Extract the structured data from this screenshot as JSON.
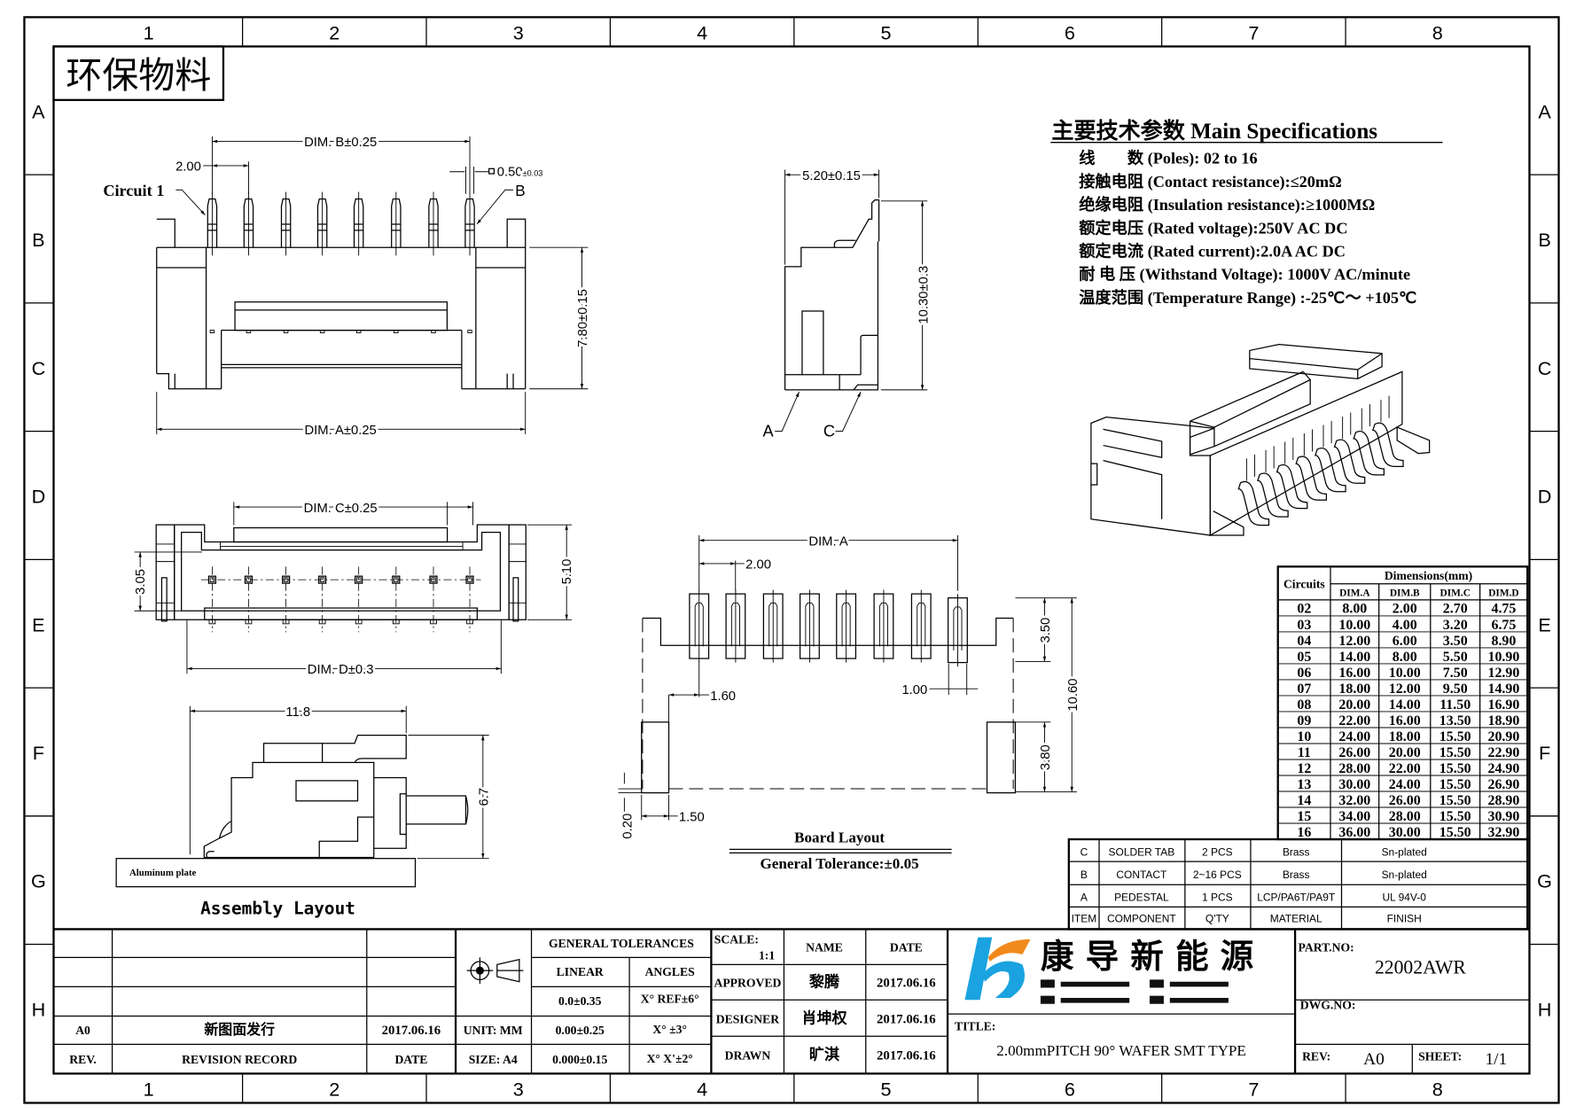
{
  "stamp": "环保物料",
  "grid": {
    "columns": [
      "1",
      "2",
      "3",
      "4",
      "5",
      "6",
      "7",
      "8"
    ],
    "rows": [
      "A",
      "B",
      "C",
      "D",
      "E",
      "F",
      "G",
      "H"
    ]
  },
  "specs": {
    "title": "主要技术参数 Main Specifications",
    "items": [
      "线　　数 (Poles): 02 to 16",
      "接触电阻 (Contact resistance):≤20mΩ",
      "绝缘电阻 (Insulation resistance):≥1000MΩ",
      "额定电压 (Rated voltage):250V AC DC",
      "额定电流 (Rated current):2.0A AC DC",
      "耐 电 压 (Withstand Voltage): 1000V AC/minute",
      "温度范围 (Temperature Range) :-25℃～ +105℃"
    ]
  },
  "views": {
    "top": {
      "dim_b": "DIM. B±0.25",
      "pitch": "2.00",
      "pin_width": "0.50",
      "pin_width_tol": "±0.03",
      "circuit1": "Circuit 1",
      "label_b": "B",
      "height": "7.80±0.15",
      "dim_a": "DIM. A±0.25"
    },
    "side": {
      "width": "5.20±0.15",
      "height": "10.30±0.3",
      "label_a": "A",
      "label_c": "C"
    },
    "front": {
      "dim_c": "DIM. C±0.25",
      "dim_d": "DIM. D±0.3",
      "height_inner": "3.05",
      "height_total": "5.10"
    },
    "board": {
      "dim_a": "DIM. A",
      "pitch": "2.00",
      "d_160": "1.60",
      "d_100": "1.00",
      "d_350": "3.50",
      "d_1060": "10.60",
      "d_380": "3.80",
      "d_150": "1.50",
      "d_020": "0.20",
      "title": "Board Layout",
      "tolerance": "General Tolerance:±0.05"
    },
    "assembly": {
      "width": "11.8",
      "height": "6.7",
      "plate": "Aluminum plate",
      "title": "Assembly Layout"
    }
  },
  "dimensions_table": {
    "circuits_header": "Circuits",
    "group_header": "Dimensions(mm)",
    "columns": [
      "DIM.A",
      "DIM.B",
      "DIM.C",
      "DIM.D"
    ],
    "rows": [
      [
        "02",
        "8.00",
        "2.00",
        "2.70",
        "4.75"
      ],
      [
        "03",
        "10.00",
        "4.00",
        "3.20",
        "6.75"
      ],
      [
        "04",
        "12.00",
        "6.00",
        "3.50",
        "8.90"
      ],
      [
        "05",
        "14.00",
        "8.00",
        "5.50",
        "10.90"
      ],
      [
        "06",
        "16.00",
        "10.00",
        "7.50",
        "12.90"
      ],
      [
        "07",
        "18.00",
        "12.00",
        "9.50",
        "14.90"
      ],
      [
        "08",
        "20.00",
        "14.00",
        "11.50",
        "16.90"
      ],
      [
        "09",
        "22.00",
        "16.00",
        "13.50",
        "18.90"
      ],
      [
        "10",
        "24.00",
        "18.00",
        "15.50",
        "20.90"
      ],
      [
        "11",
        "26.00",
        "20.00",
        "15.50",
        "22.90"
      ],
      [
        "12",
        "28.00",
        "22.00",
        "15.50",
        "24.90"
      ],
      [
        "13",
        "30.00",
        "24.00",
        "15.50",
        "26.90"
      ],
      [
        "14",
        "32.00",
        "26.00",
        "15.50",
        "28.90"
      ],
      [
        "15",
        "34.00",
        "28.00",
        "15.50",
        "30.90"
      ],
      [
        "16",
        "36.00",
        "30.00",
        "15.50",
        "32.90"
      ]
    ]
  },
  "bom": {
    "header": [
      "ITEM",
      "COMPONENT",
      "Q'TY",
      "MATERIAL",
      "FINISH"
    ],
    "rows": [
      [
        "C",
        "SOLDER TAB",
        "2 PCS",
        "Brass",
        "Sn-plated"
      ],
      [
        "B",
        "CONTACT",
        "2~16 PCS",
        "Brass",
        "Sn-plated"
      ],
      [
        "A",
        "PEDESTAL",
        "1 PCS",
        "LCP/PA6T/PA9T",
        "UL 94V-0"
      ]
    ]
  },
  "title_block": {
    "revision": {
      "rev": "A0",
      "record": "新图面发行",
      "date": "2017.06.16",
      "rev_label": "REV.",
      "record_label": "REVISION RECORD",
      "date_label": "DATE"
    },
    "unit": "UNIT: MM",
    "size": "SIZE: A4",
    "tolerances": {
      "title": "GENERAL TOLERANCES",
      "linear_label": "LINEAR",
      "angles_label": "ANGLES",
      "linear": [
        "0.0±0.35",
        "0.00±0.25",
        "0.000±0.15"
      ],
      "angles": [
        "X° REF±6°",
        "X° ±3°",
        "X° X'±2°"
      ]
    },
    "scale_label": "SCALE:",
    "scale": "1:1",
    "name_label": "NAME",
    "date_label": "DATE",
    "signoffs": [
      {
        "role": "APPROVED",
        "name": "黎腾",
        "date": "2017.06.16"
      },
      {
        "role": "DESIGNER",
        "name": "肖坤权",
        "date": "2017.06.16"
      },
      {
        "role": "DRAWN",
        "name": "旷淇",
        "date": "2017.06.16"
      }
    ],
    "company": "康 导 新 能 源",
    "title_label": "TITLE:",
    "title": "2.00mmPITCH 90° WAFER SMT TYPE",
    "part_no_label": "PART.NO:",
    "part_no": "22002AWR",
    "dwg_no_label": "DWG.NO:",
    "rev_label": "REV:",
    "rev": "A0",
    "sheet_label": "SHEET:",
    "sheet": "1/1"
  },
  "colors": {
    "logo_blue": "#1aa3e0",
    "logo_orange": "#f08a1c"
  }
}
